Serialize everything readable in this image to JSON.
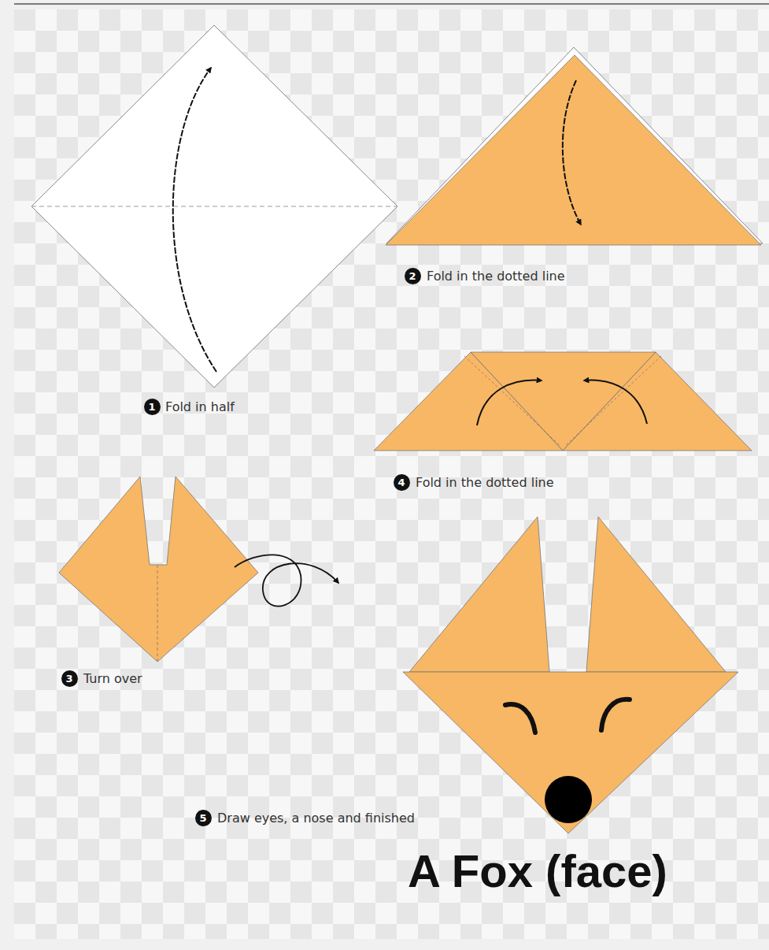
{
  "diagram": {
    "title": "A Fox (face)",
    "labels": [
      "1",
      "Fold in half",
      "2",
      "Fold in the dotted line",
      "4",
      "Fold in the dotted line",
      "3",
      "Turn over",
      "5",
      "Draw eyes, a nose and finished"
    ]
  }
}
